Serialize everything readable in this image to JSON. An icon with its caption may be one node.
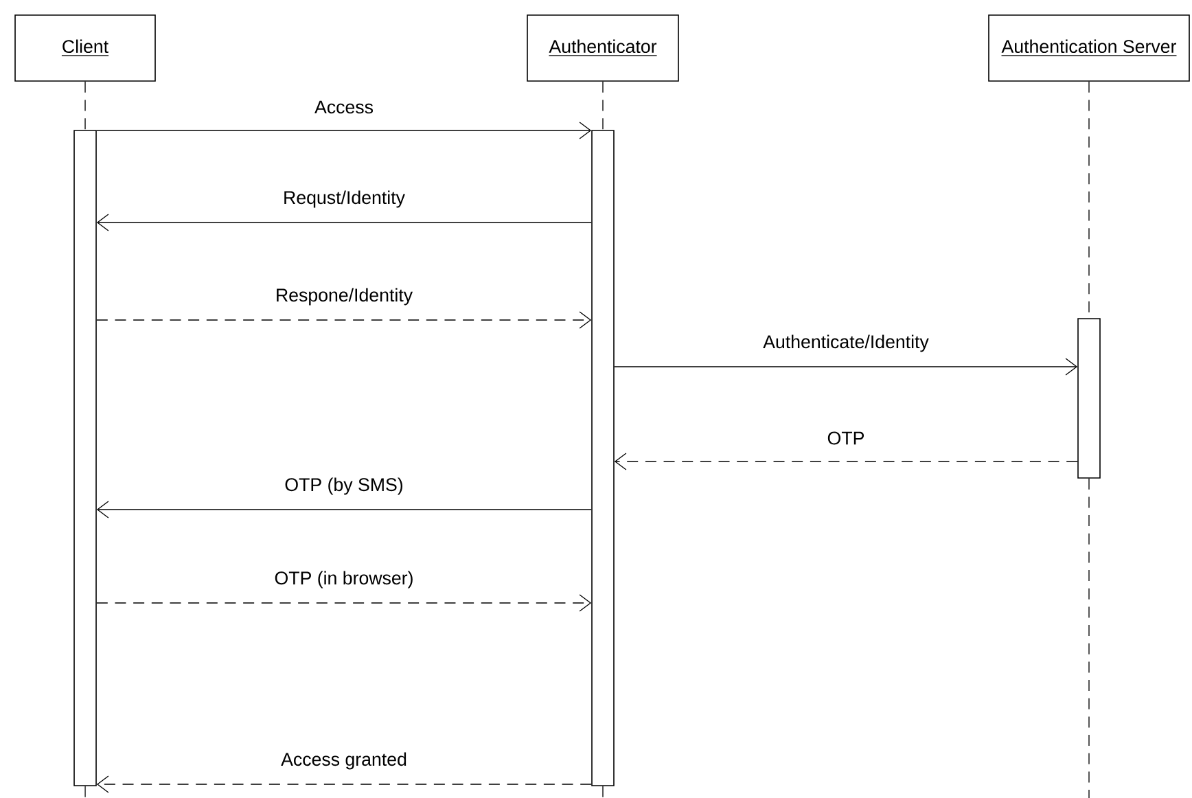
{
  "diagram": {
    "nodes": [
      {
        "text": [
          "Client"
        ]
      },
      {
        "text": [
          "Authenticator"
        ]
      },
      {
        "text": [
          "Authentication Server"
        ]
      },
      {
        "text": [],
        "shape": "bar"
      },
      {
        "text": [],
        "shape": "bar"
      },
      {
        "text": [],
        "shape": "bar"
      }
    ],
    "edges": [
      {
        "from": 0,
        "to": 3,
        "arrow": "none",
        "style": "dashed"
      },
      {
        "from": 1,
        "to": 4,
        "arrow": "none",
        "style": "dashed"
      },
      {
        "from": 2,
        "to": 5,
        "arrow": "none",
        "style": "dashed"
      },
      {
        "from": 3,
        "to": null,
        "arrow": "none",
        "style": "dashed"
      },
      {
        "from": 4,
        "to": null,
        "arrow": "none",
        "style": "dashed"
      },
      {
        "from": 5,
        "to": null,
        "arrow": "none",
        "style": "dashed"
      },
      {
        "from": 3,
        "to": 4,
        "arrow": "to",
        "label": "Access"
      },
      {
        "from": 4,
        "to": 3,
        "arrow": "to",
        "label": "Requst/Identity"
      },
      {
        "from": 3,
        "to": 4,
        "arrow": "to",
        "label": "Respone/Identity",
        "style": "dashed"
      },
      {
        "from": 4,
        "to": 5,
        "arrow": "to",
        "label": "Authenticate/Identity"
      },
      {
        "from": 5,
        "to": 4,
        "arrow": "to",
        "label": "OTP",
        "style": "dashed"
      },
      {
        "from": 4,
        "to": 3,
        "arrow": "to",
        "label": "OTP (by SMS)"
      },
      {
        "from": 3,
        "to": 4,
        "arrow": "to",
        "label": "OTP (in browser)",
        "style": "dashed"
      },
      {
        "from": 4,
        "to": 3,
        "arrow": "to",
        "label": "Access granted",
        "style": "dashed"
      }
    ]
  }
}
